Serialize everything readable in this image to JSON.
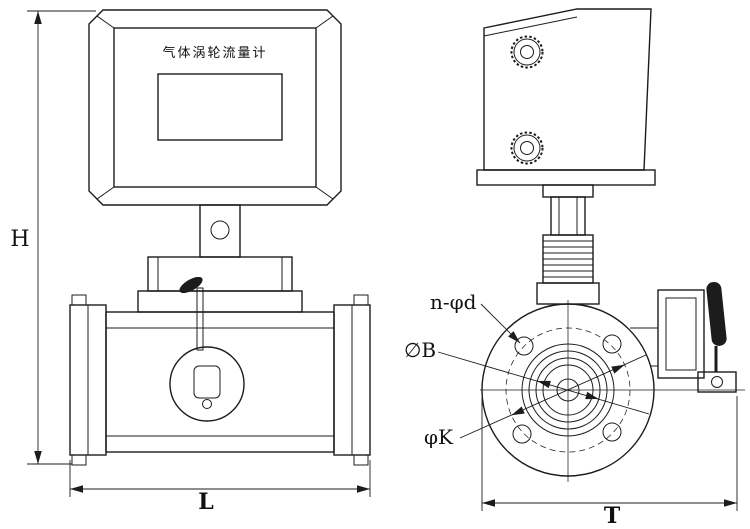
{
  "drawing": {
    "display_text": "气体涡轮流量计",
    "dim_height_label": "H",
    "dim_length_label": "L",
    "dim_width_label": "T",
    "bolt_holes_label": "n-φd",
    "bore_label": "∅B",
    "bolt_circle_label": "φK"
  },
  "colors": {
    "line": "#1c1c1c",
    "background": "#ffffff"
  }
}
